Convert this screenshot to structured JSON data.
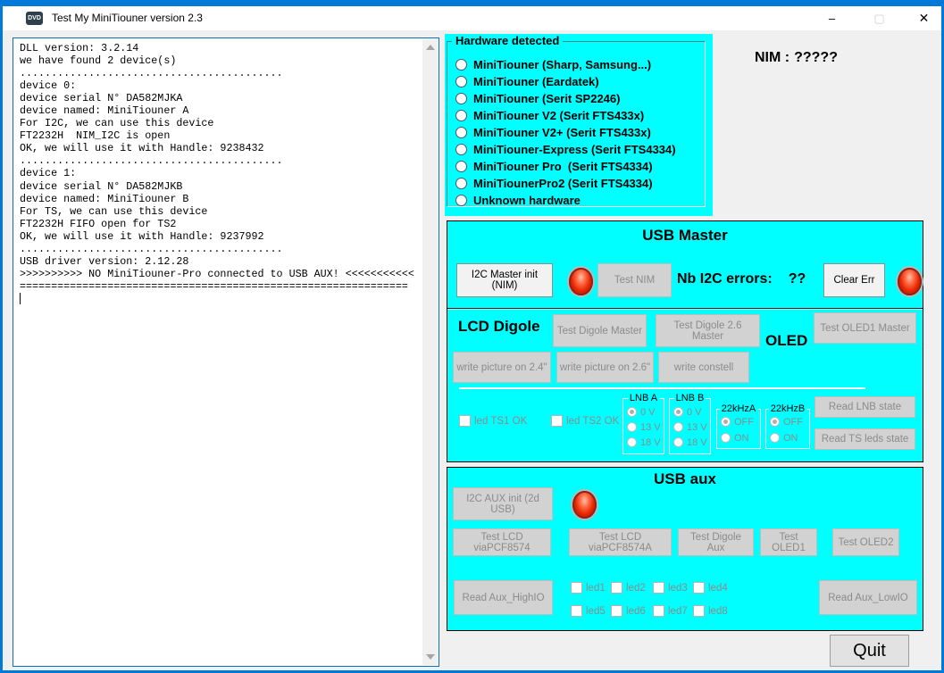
{
  "window": {
    "title": "Test My MiniTiouner version 2.3",
    "icon_text": "DVD",
    "minimize_glyph": "–",
    "maximize_glyph": "▢",
    "close_glyph": "✕"
  },
  "console": {
    "text": "DLL version: 3.2.14\nwe have found 2 device(s)\n..........................................\ndevice 0:\ndevice serial N° DA582MJKA\ndevice named: MiniTiouner A\nFor I2C, we can use this device\nFT2232H  NIM_I2C is open\nOK, we will use it with Handle: 9238432\n..........................................\ndevice 1:\ndevice serial N° DA582MJKB\ndevice named: MiniTiouner B\nFor TS, we can use this device\nFT2232H FIFO open for TS2\nOK, we will use it with Handle: 9237992\n..........................................\nUSB driver version: 2.12.28\n>>>>>>>>>> NO MiniTiouner-Pro connected to USB AUX! <<<<<<<<<<<\n==============================================================\n"
  },
  "hardware": {
    "title": "Hardware detected",
    "options": [
      "MiniTiouner (Sharp, Samsung...)",
      "MiniTiouner (Eardatek)",
      "MiniTiouner (Serit SP2246)",
      "MiniTiouner V2 (Serit FTS433x)",
      "MiniTiouner V2+ (Serit FTS433x)",
      "MiniTiouner-Express (Serit FTS4334)",
      "MiniTiouner Pro  (Serit FTS4334)",
      "MiniTiounerPro2 (Serit FTS4334)",
      "Unknown hardware"
    ]
  },
  "nim": {
    "label": "NIM :",
    "value": "?????"
  },
  "usb_master": {
    "title": "USB Master",
    "i2c_master_init": "I2C Master init (NIM)",
    "test_nim": "Test NIM",
    "nb_errors_label": "Nb I2C errors:",
    "nb_errors_value": "??",
    "clear_err": "Clear Err",
    "lcd_digole_label": "LCD Digole",
    "test_digole_master": "Test Digole Master",
    "test_digole_26_master": "Test Digole 2.6 Master",
    "oled_label": "OLED",
    "test_oled1_master": "Test OLED1 Master",
    "write_picture_24": "write picture on 2.4\"",
    "write_picture_26": "write picture on 2.6\"",
    "write_constell": "write constell",
    "led_ts1": "led TS1 OK",
    "led_ts2": "led TS2 OK",
    "lnb_a": {
      "title": "LNB A",
      "options": [
        "0 V",
        "13 V",
        "18 V"
      ]
    },
    "lnb_b": {
      "title": "LNB B",
      "options": [
        "0 V",
        "13 V",
        "18 V"
      ]
    },
    "khz_a": {
      "title": "22kHzA",
      "options": [
        "OFF",
        "ON"
      ]
    },
    "khz_b": {
      "title": "22kHzB",
      "options": [
        "OFF",
        "ON"
      ]
    },
    "read_lnb_state": "Read LNB state",
    "read_ts_leds_state": "Read TS leds state"
  },
  "usb_aux": {
    "title": "USB aux",
    "i2c_aux_init": "I2C AUX init (2d USB)",
    "test_lcd_pcf8574": "Test LCD viaPCF8574",
    "test_lcd_pcf8574a": "Test LCD viaPCF8574A",
    "test_digole_aux": "Test Digole Aux",
    "test_oled1": "Test OLED1",
    "test_oled2": "Test OLED2",
    "read_aux_highio": "Read Aux_HighIO",
    "read_aux_lowio": "Read Aux_LowIO",
    "leds": [
      "led1",
      "led2",
      "led3",
      "led4",
      "led5",
      "led6",
      "led7",
      "led8"
    ]
  },
  "quit": "Quit",
  "colors": {
    "panel_cyan": "#00ffff",
    "window_border_blue": "#0079d8",
    "console_border_blue": "#0a6ebd",
    "led_red": "#e62300",
    "disabled_text": "#8b8b8b"
  }
}
